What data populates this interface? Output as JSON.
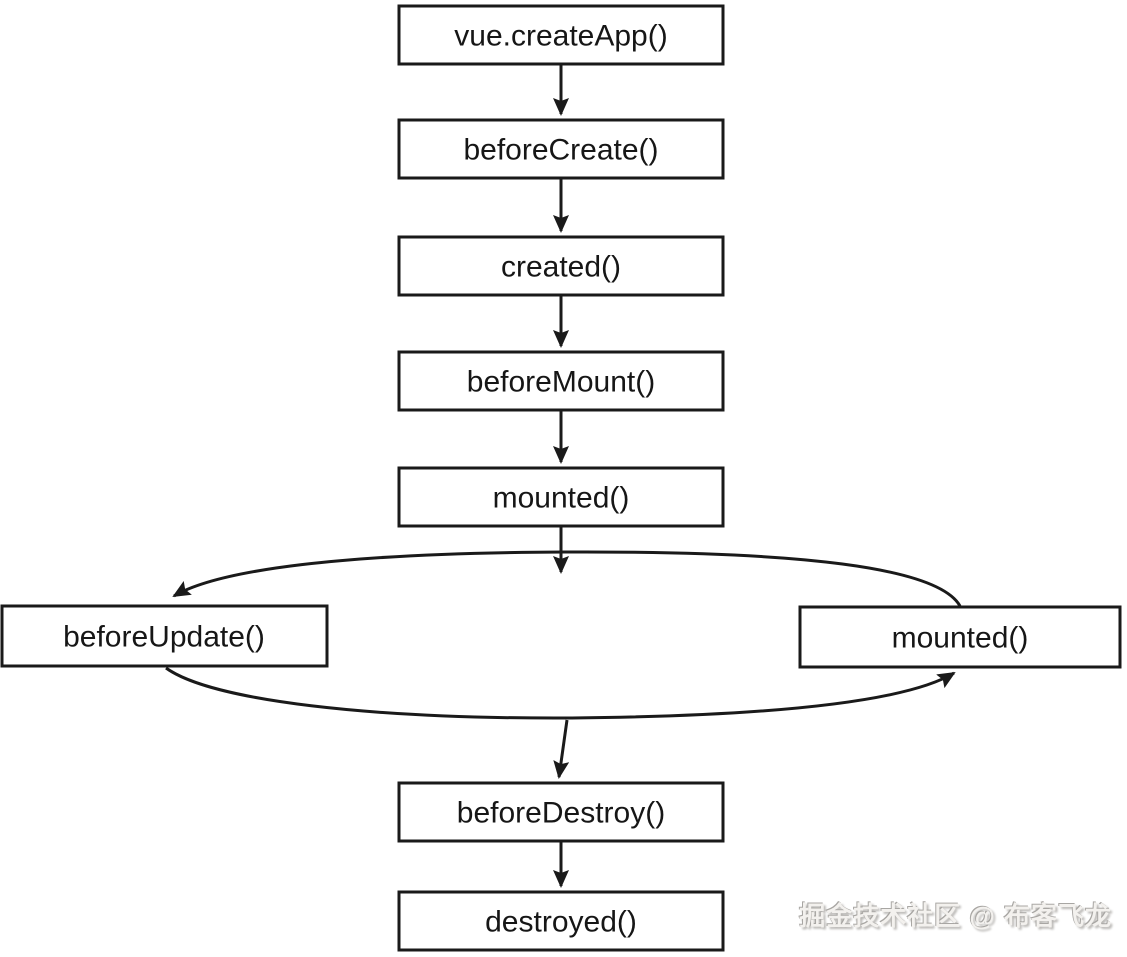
{
  "diagram": {
    "type": "flowchart",
    "nodes": [
      {
        "id": "create-app",
        "label": "vue.createApp()"
      },
      {
        "id": "before-create",
        "label": "beforeCreate()"
      },
      {
        "id": "created",
        "label": "created()"
      },
      {
        "id": "before-mount",
        "label": "beforeMount()"
      },
      {
        "id": "mounted",
        "label": "mounted()"
      },
      {
        "id": "before-update",
        "label": "beforeUpdate()"
      },
      {
        "id": "mounted-cycle",
        "label": "mounted()"
      },
      {
        "id": "before-destroy",
        "label": "beforeDestroy()"
      },
      {
        "id": "destroyed",
        "label": "destroyed()"
      }
    ],
    "edges": [
      {
        "from": "vue.createApp()",
        "to": "beforeCreate()",
        "shape": "straight-down"
      },
      {
        "from": "beforeCreate()",
        "to": "created()",
        "shape": "straight-down"
      },
      {
        "from": "created()",
        "to": "beforeMount()",
        "shape": "straight-down"
      },
      {
        "from": "beforeMount()",
        "to": "mounted()",
        "shape": "straight-down"
      },
      {
        "from": "mounted()",
        "to": "update-cycle",
        "shape": "straight-down"
      },
      {
        "from": "mounted() [cycle]",
        "to": "beforeUpdate()",
        "shape": "curved-top-arc"
      },
      {
        "from": "beforeUpdate()",
        "to": "mounted() [cycle]",
        "shape": "curved-bottom-arc"
      },
      {
        "from": "update-cycle",
        "to": "beforeDestroy()",
        "shape": "straight-down"
      },
      {
        "from": "beforeDestroy()",
        "to": "destroyed()",
        "shape": "straight-down"
      }
    ]
  },
  "watermark": {
    "text": "掘金技术社区 @ 布客飞龙"
  },
  "colors": {
    "background": "#ffffff",
    "line": "#1a1a1a",
    "box_fill": "#ffffff",
    "text": "#161616",
    "watermark_fill": "#f3f1ee",
    "watermark_shadow": "#b8b6b3"
  }
}
